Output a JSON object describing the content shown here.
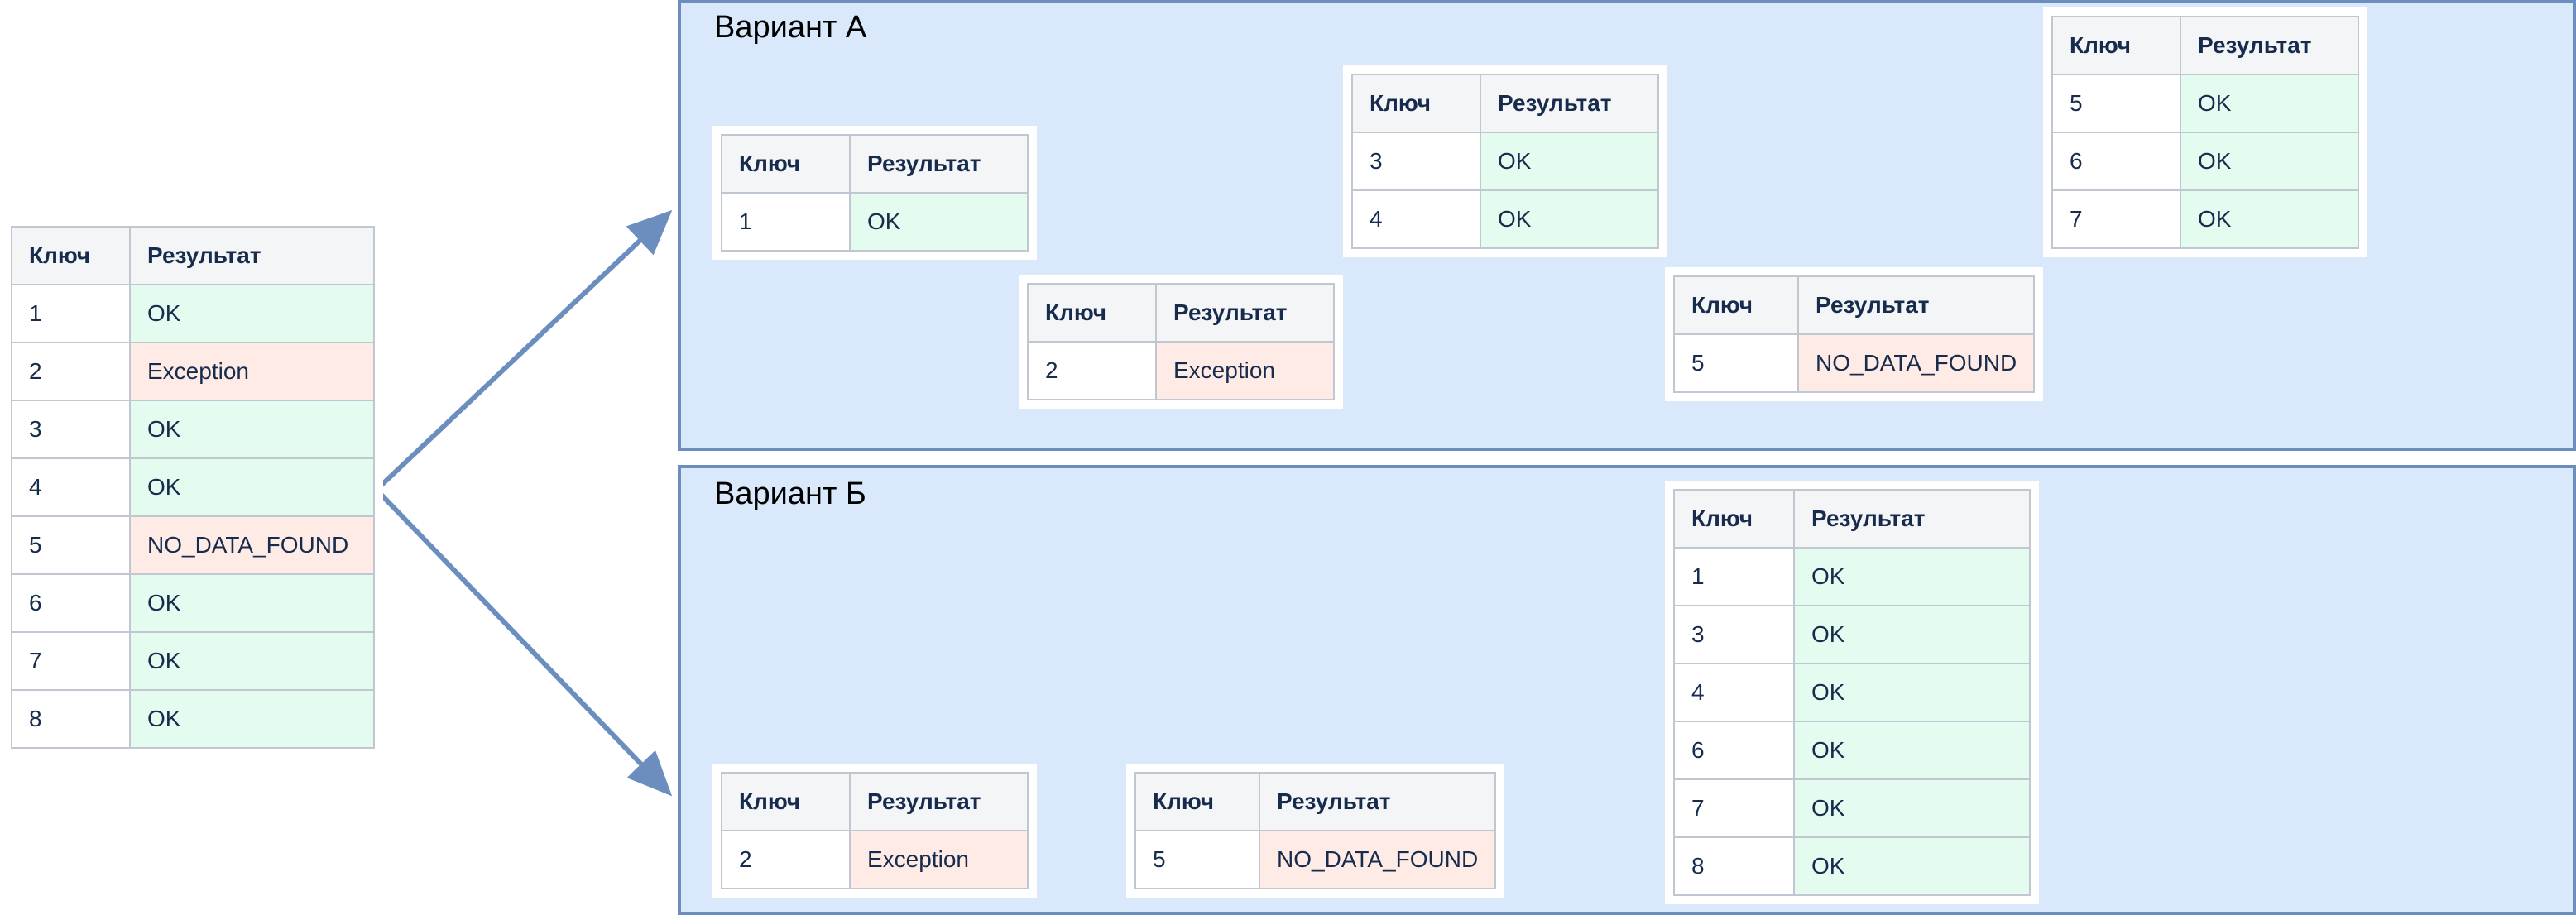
{
  "headers": {
    "key": "Ключ",
    "result": "Результат"
  },
  "colors": {
    "ok": "#e3fcef",
    "error": "#ffebe6",
    "panel": "#dae8fc",
    "panel_border": "#6c8ebf",
    "arrow": "#6c8ebf"
  },
  "source": {
    "rows": [
      {
        "key": "1",
        "result": "OK",
        "status": "ok"
      },
      {
        "key": "2",
        "result": "Exception",
        "status": "error"
      },
      {
        "key": "3",
        "result": "OK",
        "status": "ok"
      },
      {
        "key": "4",
        "result": "OK",
        "status": "ok"
      },
      {
        "key": "5",
        "result": "NO_DATA_FOUND",
        "status": "error"
      },
      {
        "key": "6",
        "result": "OK",
        "status": "ok"
      },
      {
        "key": "7",
        "result": "OK",
        "status": "ok"
      },
      {
        "key": "8",
        "result": "OK",
        "status": "ok"
      }
    ]
  },
  "variant_a": {
    "title": "Вариант А",
    "tables": [
      {
        "rows": [
          {
            "key": "1",
            "result": "OK",
            "status": "ok"
          }
        ]
      },
      {
        "rows": [
          {
            "key": "2",
            "result": "Exception",
            "status": "error"
          }
        ]
      },
      {
        "rows": [
          {
            "key": "3",
            "result": "OK",
            "status": "ok"
          },
          {
            "key": "4",
            "result": "OK",
            "status": "ok"
          }
        ]
      },
      {
        "rows": [
          {
            "key": "5",
            "result": "NO_DATA_FOUND",
            "status": "error"
          }
        ]
      },
      {
        "rows": [
          {
            "key": "5",
            "result": "OK",
            "status": "ok"
          },
          {
            "key": "6",
            "result": "OK",
            "status": "ok"
          },
          {
            "key": "7",
            "result": "OK",
            "status": "ok"
          }
        ]
      }
    ]
  },
  "variant_b": {
    "title": "Вариант Б",
    "tables": [
      {
        "rows": [
          {
            "key": "2",
            "result": "Exception",
            "status": "error"
          }
        ]
      },
      {
        "rows": [
          {
            "key": "5",
            "result": "NO_DATA_FOUND",
            "status": "error"
          }
        ]
      },
      {
        "rows": [
          {
            "key": "1",
            "result": "OK",
            "status": "ok"
          },
          {
            "key": "3",
            "result": "OK",
            "status": "ok"
          },
          {
            "key": "4",
            "result": "OK",
            "status": "ok"
          },
          {
            "key": "6",
            "result": "OK",
            "status": "ok"
          },
          {
            "key": "7",
            "result": "OK",
            "status": "ok"
          },
          {
            "key": "8",
            "result": "OK",
            "status": "ok"
          }
        ]
      }
    ]
  }
}
